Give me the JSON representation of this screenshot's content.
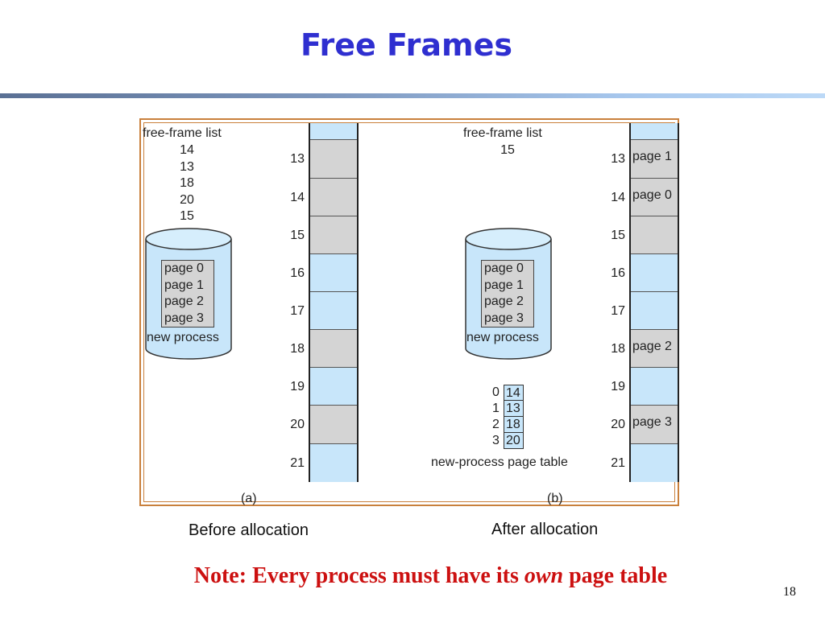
{
  "slide": {
    "title": "Free Frames",
    "page_number": "18",
    "note_prefix": "Note: Every process must have its ",
    "note_emph": "own",
    "note_suffix": " page table"
  },
  "captions": {
    "before": "Before allocation",
    "after": "After allocation"
  },
  "colors": {
    "title": "#2f2fd0",
    "note": "#cc1010",
    "free_frame": "#c8e6fa",
    "used_frame": "#d4d4d4",
    "figure_border": "#c9803c"
  },
  "panel_a": {
    "label": "(a)",
    "free_frame_list_title": "free-frame list",
    "free_frame_list": [
      "14",
      "13",
      "18",
      "20",
      "15"
    ],
    "disk_pages": [
      "page 0",
      "page 1",
      "page 2",
      "page 3"
    ],
    "disk_label": "new process",
    "frames": [
      {
        "num": "",
        "state": "free",
        "label": ""
      },
      {
        "num": "13",
        "state": "used",
        "label": ""
      },
      {
        "num": "14",
        "state": "used",
        "label": ""
      },
      {
        "num": "15",
        "state": "used",
        "label": ""
      },
      {
        "num": "16",
        "state": "free",
        "label": ""
      },
      {
        "num": "17",
        "state": "free",
        "label": ""
      },
      {
        "num": "18",
        "state": "used",
        "label": ""
      },
      {
        "num": "19",
        "state": "free",
        "label": ""
      },
      {
        "num": "20",
        "state": "used",
        "label": ""
      },
      {
        "num": "21",
        "state": "free",
        "label": ""
      }
    ]
  },
  "panel_b": {
    "label": "(b)",
    "free_frame_list_title": "free-frame list",
    "free_frame_list": [
      "15"
    ],
    "disk_pages": [
      "page 0",
      "page 1",
      "page 2",
      "page 3"
    ],
    "disk_label": "new process",
    "page_table_label": "new-process page table",
    "page_table": [
      {
        "index": "0",
        "frame": "14"
      },
      {
        "index": "1",
        "frame": "13"
      },
      {
        "index": "2",
        "frame": "18"
      },
      {
        "index": "3",
        "frame": "20"
      }
    ],
    "frames": [
      {
        "num": "",
        "state": "free",
        "label": ""
      },
      {
        "num": "13",
        "state": "used",
        "label": "page 1"
      },
      {
        "num": "14",
        "state": "used",
        "label": "page 0"
      },
      {
        "num": "15",
        "state": "used",
        "label": ""
      },
      {
        "num": "16",
        "state": "free",
        "label": ""
      },
      {
        "num": "17",
        "state": "free",
        "label": ""
      },
      {
        "num": "18",
        "state": "used",
        "label": "page 2"
      },
      {
        "num": "19",
        "state": "free",
        "label": ""
      },
      {
        "num": "20",
        "state": "used",
        "label": "page 3"
      },
      {
        "num": "21",
        "state": "free",
        "label": ""
      }
    ]
  }
}
